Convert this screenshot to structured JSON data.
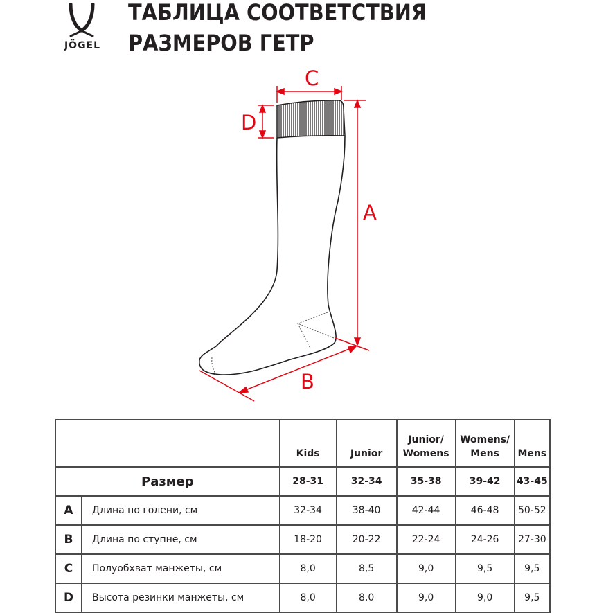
{
  "brand": {
    "name": "JÖGEL",
    "logo_icon": "jogel-x-logo-icon"
  },
  "title": {
    "line1": "ТАБЛИЦА СООТВЕТСТВИЯ",
    "line2": "РАЗМЕРОВ ГЕТР"
  },
  "diagram": {
    "labels": {
      "a": "A",
      "b": "B",
      "c": "C",
      "d": "D"
    },
    "accent_color": "#e30613",
    "outline_color": "#231f20"
  },
  "table": {
    "columns": [
      {
        "line1": "",
        "line2": "Kids"
      },
      {
        "line1": "",
        "line2": "Junior"
      },
      {
        "line1": "Junior/",
        "line2": "Womens"
      },
      {
        "line1": "Womens/",
        "line2": "Mens"
      },
      {
        "line1": "",
        "line2": "Mens"
      }
    ],
    "size_label": "Размер",
    "sizes": [
      "28-31",
      "32-34",
      "35-38",
      "39-42",
      "43-45"
    ],
    "rows": [
      {
        "letter": "A",
        "desc": "Длина по голени, см",
        "values": [
          "32-34",
          "38-40",
          "42-44",
          "46-48",
          "50-52"
        ]
      },
      {
        "letter": "B",
        "desc": "Длина по ступне, см",
        "values": [
          "18-20",
          "20-22",
          "22-24",
          "24-26",
          "27-30"
        ]
      },
      {
        "letter": "C",
        "desc": "Полуобхват манжеты, см",
        "values": [
          "8,0",
          "8,5",
          "9,0",
          "9,5",
          "9,5"
        ]
      },
      {
        "letter": "D",
        "desc": "Высота резинки манжеты, см",
        "values": [
          "8,0",
          "8,0",
          "9,0",
          "9,0",
          "9,5"
        ]
      }
    ]
  }
}
